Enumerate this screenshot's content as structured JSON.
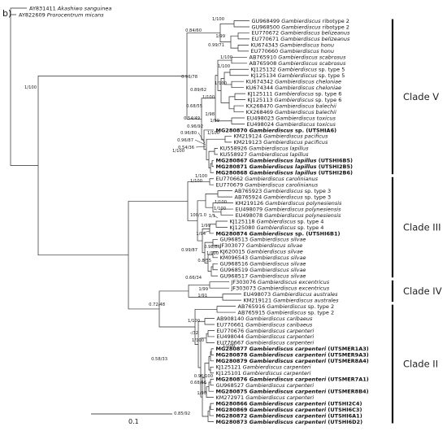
{
  "figure": {
    "panel_label": "b)",
    "scale_label": "0.1",
    "clades": [
      {
        "name": "Clade V"
      },
      {
        "name": "Clade III"
      },
      {
        "name": "Clade IV"
      },
      {
        "name": "Clade II"
      }
    ],
    "outgroup": [
      {
        "acc": "AY831411",
        "sp": "Akashiwo sanguinea"
      },
      {
        "acc": "AY822609",
        "sp": "Prorocentrum micans"
      }
    ],
    "leaves": [
      {
        "acc": "GU968499",
        "sp": "Gambierdiscus",
        "ep": "ribotype 2",
        "bold": false
      },
      {
        "acc": "GU968500",
        "sp": "Gambierdiscus",
        "ep": "ribotype 2",
        "bold": false
      },
      {
        "acc": "EU770672",
        "sp": "Gambierdiscus belizeanus",
        "ep": "",
        "bold": false
      },
      {
        "acc": "EU770671",
        "sp": "Gambierdiscus belizeanus",
        "ep": "",
        "bold": false
      },
      {
        "acc": "KU674343",
        "sp": "Gambierdiscus honu",
        "ep": "",
        "bold": false
      },
      {
        "acc": "EU770660",
        "sp": "Gambierdiscus honu",
        "ep": "",
        "bold": false
      },
      {
        "acc": "AB765910",
        "sp": "Gambierdiscus scabrosus",
        "ep": "",
        "bold": false
      },
      {
        "acc": "AB765908",
        "sp": "Gambierdiscus scabrosus",
        "ep": "",
        "bold": false
      },
      {
        "acc": "KJ125132",
        "sp": "Gambierdiscus",
        "ep": "sp. type 5",
        "bold": false
      },
      {
        "acc": "KJ125134",
        "sp": "Gambierdiscus",
        "ep": "sp. type 5",
        "bold": false
      },
      {
        "acc": "KU674342",
        "sp": "Gambierdiscus cheloniae",
        "ep": "",
        "bold": false
      },
      {
        "acc": "KU674344",
        "sp": "Gambierdiscus cheloniae",
        "ep": "",
        "bold": false
      },
      {
        "acc": "KJ125111",
        "sp": "Gambierdiscus",
        "ep": "sp. type 6",
        "bold": false
      },
      {
        "acc": "KJ125113",
        "sp": "Gambierdiscus",
        "ep": "sp. type 6",
        "bold": false
      },
      {
        "acc": "KX268470",
        "sp": "Gambierdiscus balechii",
        "ep": "",
        "bold": false
      },
      {
        "acc": "KX268469",
        "sp": "Gambierdiscus balechii",
        "ep": "",
        "bold": false
      },
      {
        "acc": "EU498023",
        "sp": "Gambierdiscus toxicus",
        "ep": "",
        "bold": false
      },
      {
        "acc": "EU498024",
        "sp": "Gambierdiscus toxicus",
        "ep": "",
        "bold": false
      },
      {
        "acc": "MG280870",
        "sp": "Gambierdiscus",
        "ep": "sp. (UTSHIA6)",
        "bold": true
      },
      {
        "acc": "KM219124",
        "sp": "Gambierdiscus pacificus",
        "ep": "",
        "bold": false
      },
      {
        "acc": "KM219123",
        "sp": "Gambierdiscus pacificus",
        "ep": "",
        "bold": false
      },
      {
        "acc": "KU558926",
        "sp": "Gambierdiscus lapillus",
        "ep": "",
        "bold": false
      },
      {
        "acc": "KU558927",
        "sp": "Gambierdiscus lapillus",
        "ep": "",
        "bold": false
      },
      {
        "acc": "MG280867",
        "sp": "Gambierdiscus lapillus",
        "ep": "(UTSHI6B5)",
        "bold": true
      },
      {
        "acc": "MG280871",
        "sp": "Gambierdiscus lapillus",
        "ep": "(UTSHI2B5)",
        "bold": true
      },
      {
        "acc": "MG280868",
        "sp": "Gambierdiscus lapillus",
        "ep": "(UTSHI2B6)",
        "bold": true
      },
      {
        "acc": "EU770662",
        "sp": "Gambierdiscus carolinianus",
        "ep": "",
        "bold": false
      },
      {
        "acc": "EU770679",
        "sp": "Gambierdiscus carolinianus",
        "ep": "",
        "bold": false
      },
      {
        "acc": "AB765923",
        "sp": "Gambierdiscus",
        "ep": " sp. type 3",
        "bold": false
      },
      {
        "acc": "AB765924",
        "sp": "Gambierdiscus",
        "ep": "sp. type 3",
        "bold": false
      },
      {
        "acc": "KM219126",
        "sp": "Gambierdiscus polynesiensis",
        "ep": "",
        "bold": false
      },
      {
        "acc": "EU498079",
        "sp": "Gambierdiscus polynesiensis",
        "ep": "",
        "bold": false
      },
      {
        "acc": "EU498078",
        "sp": "Gambierdiscus polynesiensis",
        "ep": "",
        "bold": false
      },
      {
        "acc": "KJ125118",
        "sp": "Gambierdiscus",
        "ep": "sp. type 4",
        "bold": false
      },
      {
        "acc": "KJ125080",
        "sp": "Gambierdiscus",
        "ep": "sp. type 4",
        "bold": false
      },
      {
        "acc": "MG280874",
        "sp": "Gambierdiscus",
        "ep": "sp. (UTSHI6B1)",
        "bold": true
      },
      {
        "acc": "GU968513",
        "sp": "Gambierdiscus silvae",
        "ep": "",
        "bold": false
      },
      {
        "acc": "JF303077",
        "sp": "Gambierdiscus silvae",
        "ep": "",
        "bold": false
      },
      {
        "acc": "KJ620015",
        "sp": "Gambierdiscus silvae",
        "ep": "",
        "bold": false
      },
      {
        "acc": "KM096543",
        "sp": "Gambierdiscus silvae",
        "ep": "",
        "bold": false
      },
      {
        "acc": "GU968516",
        "sp": "Gambierdiscus silvae",
        "ep": "",
        "bold": false
      },
      {
        "acc": "GU968519",
        "sp": "Gambierdiscus silvae",
        "ep": "",
        "bold": false
      },
      {
        "acc": "GU968517",
        "sp": "Gambierdiscus silvae",
        "ep": "",
        "bold": false
      },
      {
        "acc": "JF303076",
        "sp": "Gambierdiscus excentricus",
        "ep": "",
        "bold": false
      },
      {
        "acc": "JF303073",
        "sp": "Gambierdiscus excentricus",
        "ep": "",
        "bold": false
      },
      {
        "acc": "EU498073",
        "sp": "Gambierdiscus australes",
        "ep": "",
        "bold": false
      },
      {
        "acc": "KM219121",
        "sp": "Gambierdiscus australes",
        "ep": "",
        "bold": false
      },
      {
        "acc": "AB765916",
        "sp": "Gambierdiscus",
        "ep": "sp. type 2",
        "bold": false
      },
      {
        "acc": "AB765915",
        "sp": "Gambierdiscus",
        "ep": "sp. type 2",
        "bold": false
      },
      {
        "acc": "AB908140",
        "sp": "Gambierdiscus caribaeus",
        "ep": "",
        "bold": false
      },
      {
        "acc": "EU770661",
        "sp": "Gambierdiscus caribaeus",
        "ep": "",
        "bold": false
      },
      {
        "acc": "EU770676",
        "sp": "Gambierdiscus carpenteri",
        "ep": "",
        "bold": false
      },
      {
        "acc": "EU498044",
        "sp": "Gambierdiscus carpenteri",
        "ep": "",
        "bold": false
      },
      {
        "acc": "EU770667",
        "sp": "Gambierdiscus carpenteri",
        "ep": "",
        "bold": false
      },
      {
        "acc": "MG280877",
        "sp": "Gambierdiscus carpenteri",
        "ep": "(UTSMER1A3)",
        "bold": true
      },
      {
        "acc": "MG280878",
        "sp": "Gambierdiscus carpenteri",
        "ep": "(UTSMER9A3)",
        "bold": true
      },
      {
        "acc": "MG280879",
        "sp": "Gambierdiscus carpenteri",
        "ep": "(UTSMER8A4)",
        "bold": true
      },
      {
        "acc": "KJ125121",
        "sp": "Gambierdiscus carpenteri",
        "ep": "",
        "bold": false
      },
      {
        "acc": "KJ125101",
        "sp": "Gambierdiscus carpenteri",
        "ep": "",
        "bold": false
      },
      {
        "acc": "MG280876",
        "sp": "Gambierdiscus carpenteri",
        "ep": "(UTSMER7A1)",
        "bold": true
      },
      {
        "acc": "GU968527",
        "sp": "Gambierdiscus carpenteri",
        "ep": "",
        "bold": false
      },
      {
        "acc": "MG280875",
        "sp": "Gambierdiscus carpenteri",
        "ep": "(UTSMER8B4)",
        "bold": true
      },
      {
        "acc": "KM272971",
        "sp": "Gambierdiscus carpenteri",
        "ep": "",
        "bold": false
      },
      {
        "acc": "MG280866",
        "sp": "Gambierdiscus carpenteri",
        "ep": "(UTSHI2C4)",
        "bold": true
      },
      {
        "acc": "MG280869",
        "sp": "Gambierdiscus carpenteri",
        "ep": "(UTSHI6C3)",
        "bold": true
      },
      {
        "acc": "MG280872",
        "sp": "Gambierdiscus carpenteri",
        "ep": "(UTSHI6A1)",
        "bold": true
      },
      {
        "acc": "MG280873",
        "sp": "Gambierdiscus carpenteri",
        "ep": "(UTSHI6D2)",
        "bold": true
      }
    ],
    "supports": [
      {
        "text": "1/100"
      },
      {
        "text": "0.84/60"
      },
      {
        "text": "1/99"
      },
      {
        "text": "0.99/71"
      },
      {
        "text": "1/100"
      },
      {
        "text": "1/100"
      },
      {
        "text": "1/100"
      },
      {
        "text": "0.96/78"
      },
      {
        "text": "0.89/62"
      },
      {
        "text": "1/100"
      },
      {
        "text": "1/98"
      },
      {
        "text": "1/99"
      },
      {
        "text": "0.68/55"
      },
      {
        "text": "1/100"
      },
      {
        "text": "0.54/49"
      },
      {
        "text": "0.96/92"
      },
      {
        "text": "0.96/80"
      },
      {
        "text": "0.96/87"
      },
      {
        "text": "0.54/36"
      },
      {
        "text": "1/100"
      },
      {
        "text": "1/100"
      },
      {
        "text": "1/100"
      },
      {
        "text": "1/100"
      },
      {
        "text": "1/1"
      },
      {
        "text": "100/1.0"
      },
      {
        "text": "1/99"
      },
      {
        "text": "1/94"
      },
      {
        "text": "0.98/86"
      },
      {
        "text": "1/100"
      },
      {
        "text": "0.99/87"
      },
      {
        "text": "0.8/55"
      },
      {
        "text": "0.66/34"
      },
      {
        "text": "1/99"
      },
      {
        "text": "1/91"
      },
      {
        "text": "0.72/48"
      },
      {
        "text": "1/100"
      },
      {
        "text": "-/32"
      },
      {
        "text": "1/100"
      },
      {
        "text": "1/100"
      },
      {
        "text": "0.58/33"
      },
      {
        "text": "0.96/100"
      },
      {
        "text": "0.68/66"
      },
      {
        "text": "1/90"
      },
      {
        "text": "0.85/92"
      }
    ]
  }
}
